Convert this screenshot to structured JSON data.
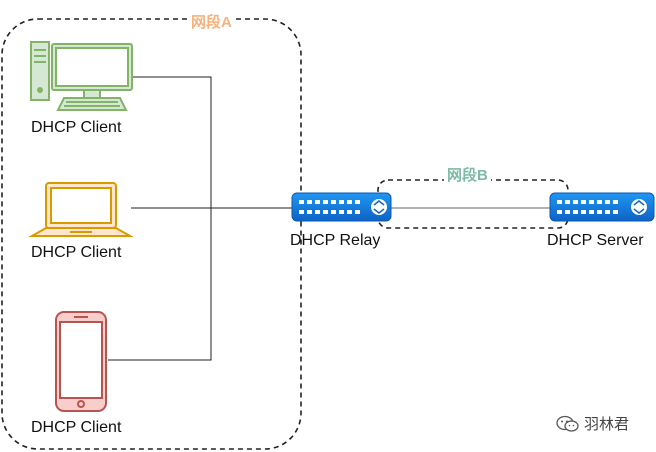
{
  "segments": {
    "a": {
      "label": "网段A",
      "color": "#f5b27d"
    },
    "b": {
      "label": "网段B",
      "color": "#7fb9a8"
    }
  },
  "devices": {
    "client_pc": {
      "label": "DHCP Client",
      "icon": "desktop-computer",
      "color": "#82b366"
    },
    "client_laptop": {
      "label": "DHCP Client",
      "icon": "laptop",
      "color": "#d79b00"
    },
    "client_phone": {
      "label": "DHCP Client",
      "icon": "mobile-phone",
      "color": "#b85450"
    },
    "relay": {
      "label": "DHCP Relay",
      "icon": "network-switch",
      "color": "#1e88e5"
    },
    "server": {
      "label": "DHCP Server",
      "icon": "network-switch",
      "color": "#1e88e5"
    }
  },
  "watermark": {
    "text": "羽林君",
    "icon": "wechat-icon"
  }
}
